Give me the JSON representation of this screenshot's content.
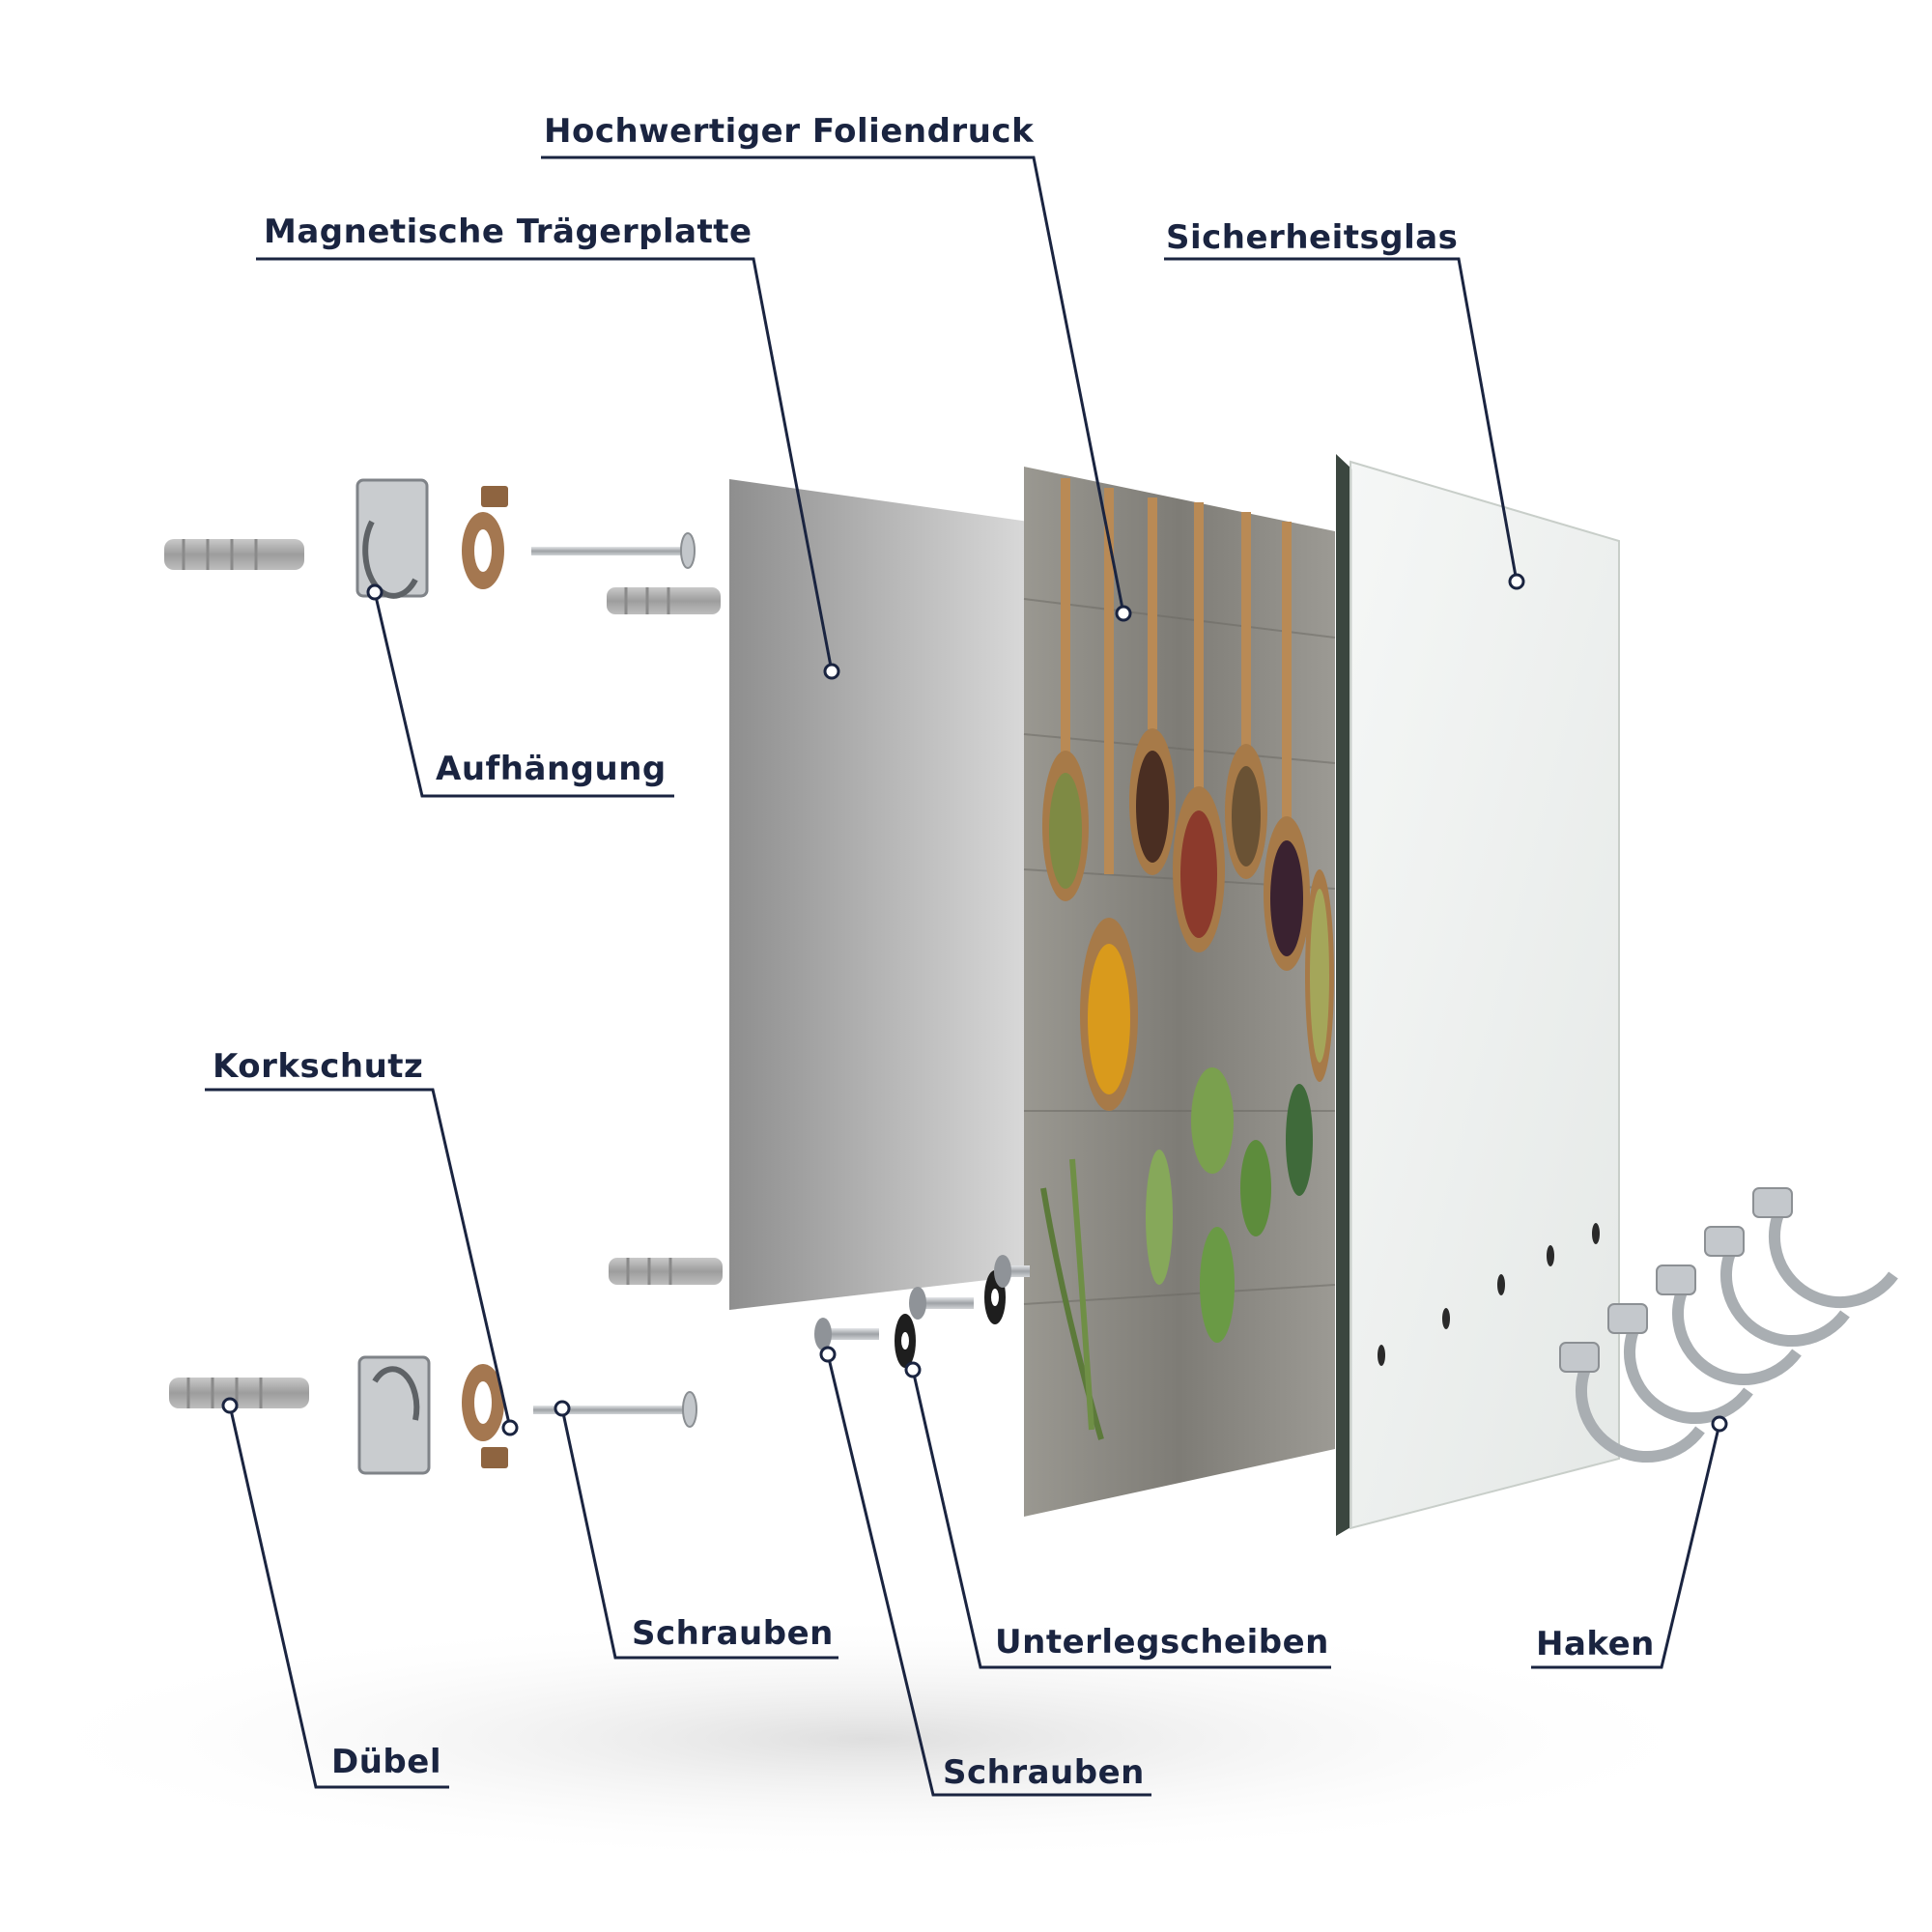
{
  "labels": {
    "foliendruck": "Hochwertiger Foliendruck",
    "traegerplatte": "Magnetische Trägerplatte",
    "sicherheitsglas": "Sicherheitsglas",
    "aufhaengung": "Aufhängung",
    "korkschutz": "Korkschutz",
    "schrauben_left": "Schrauben",
    "unterlegscheiben": "Unterlegscheiben",
    "haken": "Haken",
    "duebel": "Dübel",
    "schrauben_bottom": "Schrauben"
  },
  "colors": {
    "label_text": "#1a2440",
    "leader_line": "#1a2440",
    "plate": "#9a9a9a",
    "glass": "#e8ecea",
    "glass_edge": "#2f3a34",
    "cork": "#9c6e48",
    "wood": "#8a8a85",
    "metal": "#b8bcc0"
  }
}
